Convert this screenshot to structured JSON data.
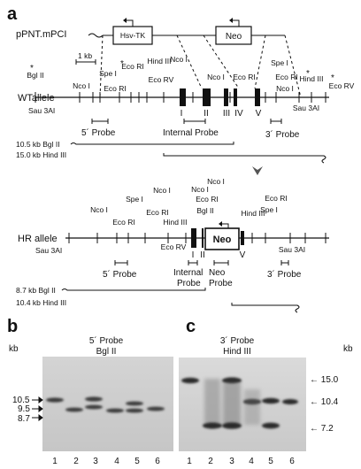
{
  "panels": {
    "a": "a",
    "b": "b",
    "c": "c"
  },
  "construct": {
    "name": "pPNT.mPCI",
    "hsv_tk": "Hsv-TK",
    "neo": "Neo",
    "scale": "1 kb"
  },
  "wt_allele": {
    "label": "WTallele",
    "sites": {
      "bgl2": "Bgl II",
      "sau3ai_left": "Sau 3AI",
      "nco1_a": "Nco I",
      "spe1_a": "Spe I",
      "ecori_a": "Eco RI",
      "ecori_b": "Eco RI",
      "ecorv_a": "Eco RV",
      "hind3_a": "Hind III",
      "nco1_b": "Nco I",
      "nco1_c": "Nco I",
      "ecori_c": "Eco RI",
      "spe1_b": "Spe I",
      "ecori_d": "Eco RI",
      "nco1_d": "Nco I",
      "hind3_b": "Hind III",
      "ecorv_b": "Eco RV",
      "sau3ai_right": "Sau 3AI"
    },
    "exons": [
      "I",
      "II",
      "III",
      "IV",
      "V"
    ],
    "star": "*",
    "probe_5": "5´ Probe",
    "probe_internal": "Internal Probe",
    "probe_3": "3´ Probe",
    "frag_bgl": "10.5 kb Bgl II",
    "frag_hind": "15.0 kb Hind III"
  },
  "hr_allele": {
    "label": "HR allele",
    "sites": {
      "sau3ai_left": "Sau 3AI",
      "nco1_a": "Nco I",
      "ecori_a": "Eco RI",
      "spe1_a": "Spe I",
      "ecori_b": "Eco RI",
      "nco1_b": "Nco I",
      "hind3_a": "Hind III",
      "ecorv_a": "Eco RV",
      "bgl2": "Bgl II",
      "ecori_c": "Eco RI",
      "nco1_c": "Nco I",
      "nco1_d": "Nco I",
      "hind3_b": "Hind III",
      "spe1_b": "Spe I",
      "ecori_d": "Eco RI",
      "sau3ai_right": "Sau 3AI"
    },
    "neo": "Neo",
    "exon_i": "I",
    "exon_ii": "II",
    "exon_v": "V",
    "probe_5": "5´ Probe",
    "probe_internal_1": "Internal",
    "probe_internal_2": "Probe",
    "probe_neo_1": "Neo",
    "probe_neo_2": "Probe",
    "probe_3": "3´ Probe",
    "frag_bgl": "8.7 kb Bgl II",
    "frag_hind": "10.4 kb Hind III"
  },
  "blot_b": {
    "unit": "kb",
    "probe": "5´ Probe",
    "enzyme": "Bgl II",
    "markers": [
      "10.5",
      "9.5",
      "8.7"
    ],
    "lanes": [
      "1",
      "2",
      "3",
      "4",
      "5",
      "6"
    ]
  },
  "blot_c": {
    "unit": "kb",
    "probe": "3´ Probe",
    "enzyme": "Hind III",
    "markers": [
      "← 15.0",
      "← 10.4",
      "← 7.2"
    ],
    "lanes": [
      "1",
      "2",
      "3",
      "4",
      "5",
      "6"
    ]
  }
}
